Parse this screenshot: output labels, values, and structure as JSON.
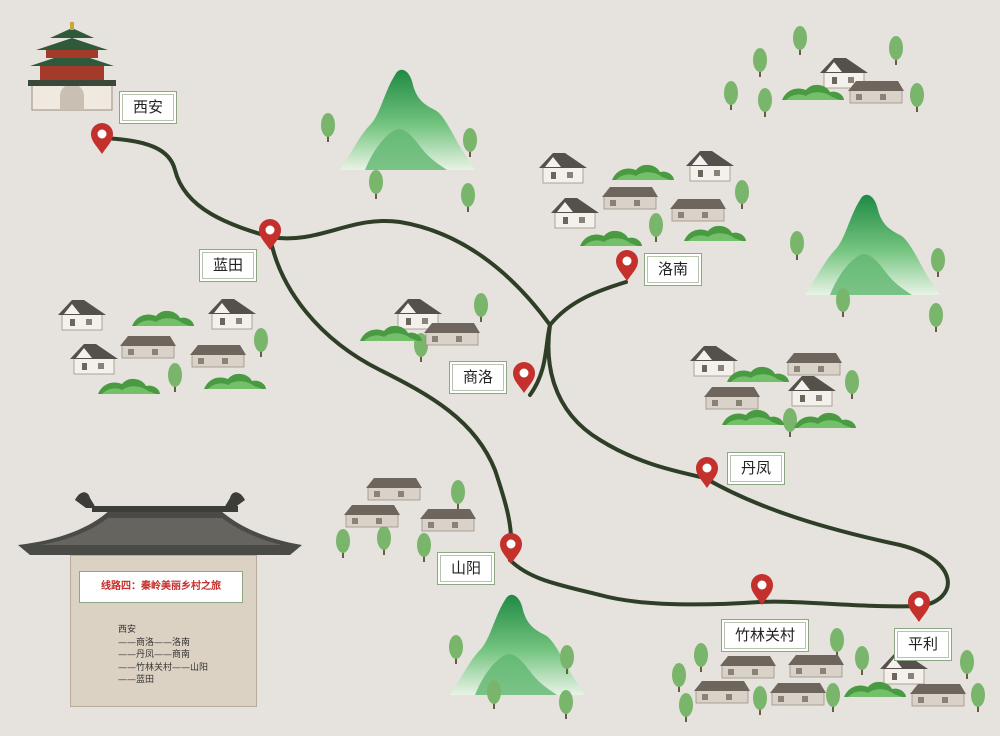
{
  "colors": {
    "background": "#e6e3df",
    "route": "#2f3f27",
    "pin": "#c4302b",
    "tree": "#78b06a",
    "mountain": "#2e9a52"
  },
  "places": {
    "xian": "西安",
    "lantian": "蓝田",
    "luonan": "洛南",
    "shangluo": "商洛",
    "danfeng": "丹凤",
    "shanyang": "山阳",
    "zhulinguan": "竹林关村",
    "pingli": "平利"
  },
  "legend": {
    "title": "线路四：秦岭美丽乡村之旅",
    "lines": [
      "西安",
      "——商洛——洛南",
      "——丹凤——商南",
      "——竹林关村——山阳",
      "——蓝田"
    ]
  },
  "icons": [
    "bell-tower-icon",
    "pavilion-roof-icon",
    "map-pin-icon",
    "mountain-icon",
    "tree-icon",
    "house-icon"
  ]
}
